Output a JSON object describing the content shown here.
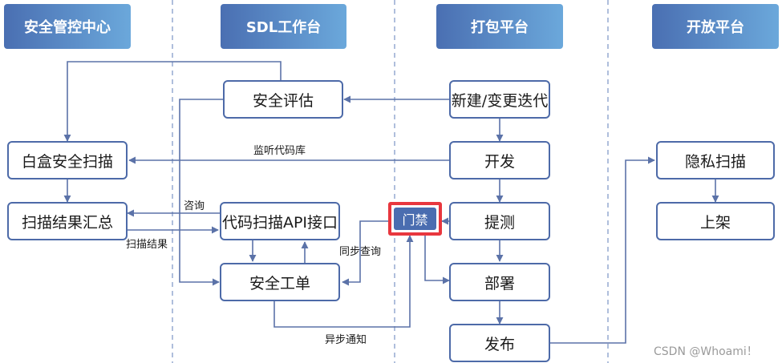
{
  "columns": {
    "security_center": "安全管控中心",
    "sdl_workbench": "SDL工作台",
    "packaging_platform": "打包平台",
    "open_platform": "开放平台"
  },
  "nodes": {
    "whitebox_scan": "白盒安全扫描",
    "scan_summary": "扫描结果汇总",
    "security_assessment": "安全评估",
    "code_scan_api": "代码扫描API接口",
    "security_ticket": "安全工单",
    "new_iteration": "新建/变更迭代",
    "develop": "开发",
    "submit_test": "提测",
    "deploy": "部署",
    "release": "发布",
    "gate": "门禁",
    "privacy_scan": "隐私扫描",
    "listing": "上架"
  },
  "edge_labels": {
    "listen_repo": "监听代码库",
    "consult": "咨询",
    "scan_result": "扫描结果",
    "sync_query": "同步查询",
    "async_notify": "异步通知"
  },
  "watermark": "CSDN @Whoami！",
  "colors": {
    "header_gradient_start": "#4a6fb2",
    "header_gradient_end": "#6ba8db",
    "node_border": "#4d6aa8",
    "arrow": "#5b72a8",
    "gate_fill": "#4a6db0",
    "gate_highlight": "#e8373e",
    "divider": "#7a94c4"
  }
}
